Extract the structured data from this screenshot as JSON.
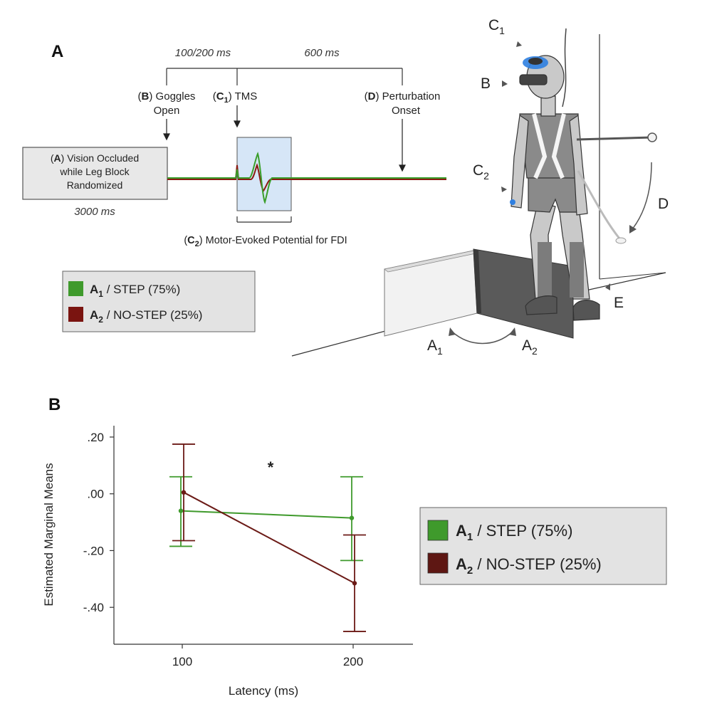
{
  "colors": {
    "step": "#3f9a2c",
    "nostep": "#6b1a16",
    "trace_green": "#3a9e2a",
    "trace_red": "#8a1a12",
    "legend_bg": "#e3e3e3",
    "mep_box": "#d6e6f7",
    "tms_blue": "#2f7fe0"
  },
  "panel_a": {
    "label": "A",
    "timing_1": "100/200 ms",
    "timing_2": "600 ms",
    "timing_3": "3000 ms",
    "event_b": {
      "letter": "B",
      "text": " Goggles",
      "text2": "Open"
    },
    "event_c1": {
      "letter": "C",
      "sub": "1",
      "text": " TMS"
    },
    "event_d": {
      "letter": "D",
      "text": " Perturbation",
      "text2": "Onset"
    },
    "box_a": {
      "letter": "A",
      "line1": ") Vision Occluded",
      "line2": "while Leg Block",
      "line3": "Randomized"
    },
    "mep": {
      "letter": "C",
      "sub": "2",
      "text": ") Motor-Evoked Potential for FDI"
    },
    "legend": [
      {
        "letter": "A",
        "sub": "1",
        "text": " / STEP (75%)",
        "icon": "green-square-icon"
      },
      {
        "letter": "A",
        "sub": "2",
        "text": " / NO-STEP (25%)",
        "icon": "red-square-icon"
      }
    ],
    "illustration": {
      "c1": "C",
      "c1_sub": "1",
      "b": "B",
      "c2": "C",
      "c2_sub": "2",
      "d": "D",
      "e": "E",
      "a1": "A",
      "a1_sub": "1",
      "a2": "A",
      "a2_sub": "2"
    }
  },
  "panel_b": {
    "label": "B",
    "significance": "*",
    "legend": [
      {
        "letter": "A",
        "sub": "1",
        "text": " / STEP (75%)",
        "icon": "green-square-icon"
      },
      {
        "letter": "A",
        "sub": "2",
        "text": " / NO-STEP (25%)",
        "icon": "red-square-icon"
      }
    ]
  },
  "chart_data": {
    "type": "line",
    "xlabel": "Latency (ms)",
    "ylabel": "Estimated Marginal Means",
    "x": [
      100,
      200
    ],
    "x_ticks": [
      "100",
      "200"
    ],
    "y_ticks": [
      {
        "value": 0.2,
        "label": ".20"
      },
      {
        "value": 0.0,
        "label": ".00"
      },
      {
        "value": -0.2,
        "label": "-.20"
      },
      {
        "value": -0.4,
        "label": "-.40"
      }
    ],
    "xlim": [
      60,
      235
    ],
    "ylim": [
      -0.53,
      0.24
    ],
    "grid": false,
    "legend_position": "right",
    "series": [
      {
        "name": "A1 / STEP (75%)",
        "color": "#3f9a2c",
        "values": [
          -0.06,
          -0.085
        ],
        "err_low": [
          -0.185,
          -0.235
        ],
        "err_high": [
          0.06,
          0.06
        ]
      },
      {
        "name": "A2 / NO-STEP (25%)",
        "color": "#6b1a16",
        "values": [
          0.005,
          -0.315
        ],
        "err_low": [
          -0.165,
          -0.485
        ],
        "err_high": [
          0.175,
          -0.145
        ]
      }
    ]
  }
}
